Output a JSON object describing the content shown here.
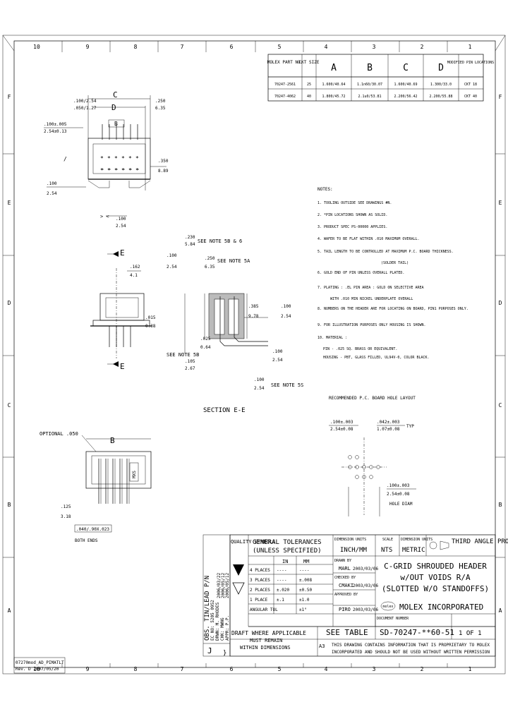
{
  "border": {
    "columns": [
      "10",
      "9",
      "8",
      "7",
      "6",
      "5",
      "4",
      "3",
      "2",
      "1"
    ],
    "rows": [
      "F",
      "E",
      "D",
      "C",
      "B",
      "A"
    ]
  },
  "table": {
    "headers": [
      "MOLEX PART NO.",
      "CKT SIZE",
      "A",
      "B",
      "C",
      "D",
      "MODIFIED PIN LOCATIONS"
    ],
    "rows": [
      [
        "70247-2561",
        "25",
        "1.600/40.64",
        "1.1n60/30.07",
        "1.600/40.69",
        "1.300/33.0",
        "CKT 18"
      ],
      [
        "70247-4062",
        "40",
        "1.800/45.72",
        "2.1u0/53.81",
        "2.200/56.42",
        "2.200/55.88",
        "CKT 40"
      ]
    ]
  },
  "notes": {
    "header": "NOTES:",
    "items": [
      "1. TOOLING OUTSIDE SEE DRAWINGS #N.",
      "2. *PIN LOCATIONS SHOWN AS SOLID.",
      "3. PRODUCT SPEC PS-00000 APPLIES.",
      "4. WAFER TO BE FLAT WITHIN .010 MAXIMUM OVERALL.",
      "5. TAIL LENGTH TO BE CONTROLLED AT MAXIMUM P.C. BOARD THICKNESS.",
      "6. GOLD END OF PIN UNLESS OVERALL PLATED.",
      "7. PLATING : .EL PIN AREA : GOLD ON SELECTIVE AREA",
      "8. NUMBERS ON THE HEADER ARE FOR LOCATING ON BOARD, PIN1 PURPOSES ONLY.",
      "9. FOR ILLUSTRATION PURPOSES ONLY HOUSING IS SHOWN.",
      "10. MATERIAL :"
    ],
    "sub_note5": "(SOLDER TAIL)",
    "sub_note7": "WITH .010 MIN NICKEL UNDERPLATE OVERALL",
    "material": [
      "PIN - .025 SQ. BRASS OR EQUIVALENT.",
      "HOUSING - PBT, GLASS FILLED, UL94V-0, COLOR BLACK."
    ]
  },
  "views": {
    "dim_top": [
      ".250",
      "6.35",
      ".100/2.54",
      ".050/1.27"
    ],
    "label_c": "C",
    "label_d": "D",
    "label_b": "B",
    "dim_left_1": ".100±.005",
    "dim_left_2": "2.54±0.13",
    "dim_left_3": ".100",
    "dim_left_4": "2.54",
    "dim_right_1": ".350",
    "dim_right_2": "8.89",
    "dim_bottom_1": ".100",
    "dim_bottom_2": "2.54",
    "section_label": "E",
    "dim_e1": ".162",
    "dim_e2": "4.1",
    "dim_e3": ".015",
    "dim_e4": "0.38",
    "section_title": "SECTION  E-E",
    "see_note_1": "SEE NOTE 5B & 6",
    "see_note_2": "SEE NOTE 5A",
    "see_note_3": "SEE NOTE 5B",
    "see_note_4": "SEE NOTE 5S",
    "dim_s1": [
      ".230",
      "5.84"
    ],
    "dim_s2": [
      ".100",
      "2.54"
    ],
    "dim_s3": [
      ".250",
      "6.35"
    ],
    "dim_s4": [
      ".385",
      "9.78"
    ],
    "dim_s5": [
      ".100",
      "2.54"
    ],
    "dim_s6": [
      ".100",
      "2.54"
    ],
    "dim_s7": [
      ".025",
      "0.64"
    ],
    "dim_s8": [
      ".105",
      "2.67"
    ],
    "optional_label": "OPTIONAL .050",
    "dim_b2": ".125",
    "dim_b3": "3.18",
    "dim_b4": ".040/.90X.023",
    "both_ends": "BOTH ENDS",
    "pcb_title": "RECOMMENDED P.C. BOARD HOLE LAYOUT",
    "pcb_dim1": ".100±.003",
    "pcb_dim2": "2.54±0.08",
    "pcb_dim3": ".042±.003",
    "pcb_dim4": "1.07±0.08",
    "pcb_typ": "TYP",
    "pcb_dim5": ".100±.003",
    "pcb_dim6": "2.54±0.08",
    "pcb_dim7": "HOLE DIAM",
    "mxs": "MXS"
  },
  "title_block": {
    "quality_symbols": "QUALITY SYMBOLS",
    "general_tol": "GENERAL TOLERANCES",
    "unless": "(UNLESS SPECIFIED)",
    "in": "IN",
    "mm": "MM",
    "places": [
      "4 PLACES",
      "3 PLACES",
      "2 PLACES",
      "1 PLACE",
      "ANGULAR TOL"
    ],
    "tol_in": [
      "----",
      "----",
      "±.020",
      "±.1"
    ],
    "tol_mm": [
      "----",
      "±.008",
      "±0.50",
      "±1.0"
    ],
    "angular": "±1°",
    "dim_units_label": "DIMENSION UNITS",
    "scale_label": "SCALE",
    "drawing_units": "INCH/MM",
    "scale": "NTS",
    "dim_units": "METRIC",
    "projection": "THIRD ANGLE PROJECTION",
    "drawn_label": "DRAWN BY",
    "drawn_by": "MARL",
    "drawn_date": "2003/03/06",
    "checked_label": "CHECKED BY",
    "checked_by": "CMAKI",
    "checked_date": "2003/03/06",
    "approved_label": "APPROVED BY",
    "approved_by": "PIRO",
    "approved_date": "2003/03/06",
    "title_lines": [
      "C-GRID SHROUDED HEADER",
      "w/OUT VOIDS R/A",
      "(SLOTTED W/O STANDOFFS)"
    ],
    "company": "MOLEX INCORPORATED",
    "molex_logo": "molex",
    "draft": "DRAFT WHERE APPLICABLE",
    "must_remain": "MUST REMAIN",
    "within_dims": "WITHIN DIMENSIONS",
    "material_no": "SEE TABLE",
    "doc_no_label": "DOCUMENT NUMBER",
    "doc_no": "SD-70247-**60-51",
    "sheet": "1 OF 1",
    "proprietary_1": "THIS DRAWING CONTAINS INFORMATION THAT IS PROPRIETARY TO MOLEX",
    "proprietary_2": "INCORPORATED AND SHOULD NOT BE USED WITHOUT WRITTEN PERMISSION",
    "rev_box": "A3"
  },
  "revision": {
    "lines": [
      "OBS. TIN/LEAD P/N",
      "EC NO: 5205 0952",
      "DRWN: M. RHODES",
      "CHK: MWNG",
      "APPR: P.P.",
      "2006/03/22",
      "2006/05/12",
      "2006/05/12"
    ],
    "code": "J"
  },
  "corner_stamp": [
    "07270mod_AD_PIMATLT",
    "Rev. D 2007/05/20"
  ]
}
